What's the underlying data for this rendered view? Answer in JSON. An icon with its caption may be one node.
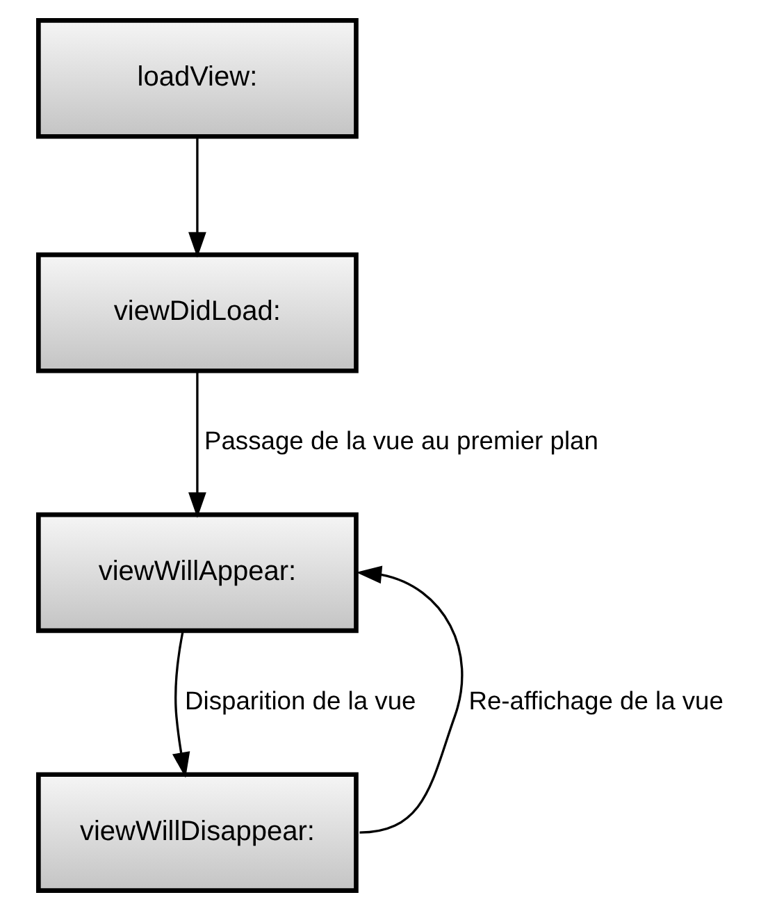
{
  "diagram": {
    "nodes": [
      {
        "text": [
          "loadView:"
        ]
      },
      {
        "text": [
          "viewDidLoad:"
        ]
      },
      {
        "text": [
          "viewWillAppear:"
        ]
      },
      {
        "text": [
          "viewWillDisappear:"
        ]
      }
    ],
    "edges": [
      {
        "from": 0,
        "to": 1,
        "arrow": "to"
      },
      {
        "from": 1,
        "to": 2,
        "arrow": "to",
        "label": "Passage de la vue au premier plan"
      },
      {
        "from": 2,
        "to": 3,
        "arrow": "to",
        "label": "Disparition de la vue"
      },
      {
        "from": 3,
        "to": 2,
        "arrow": "to",
        "label": "Re-affichage de la vue"
      }
    ]
  }
}
